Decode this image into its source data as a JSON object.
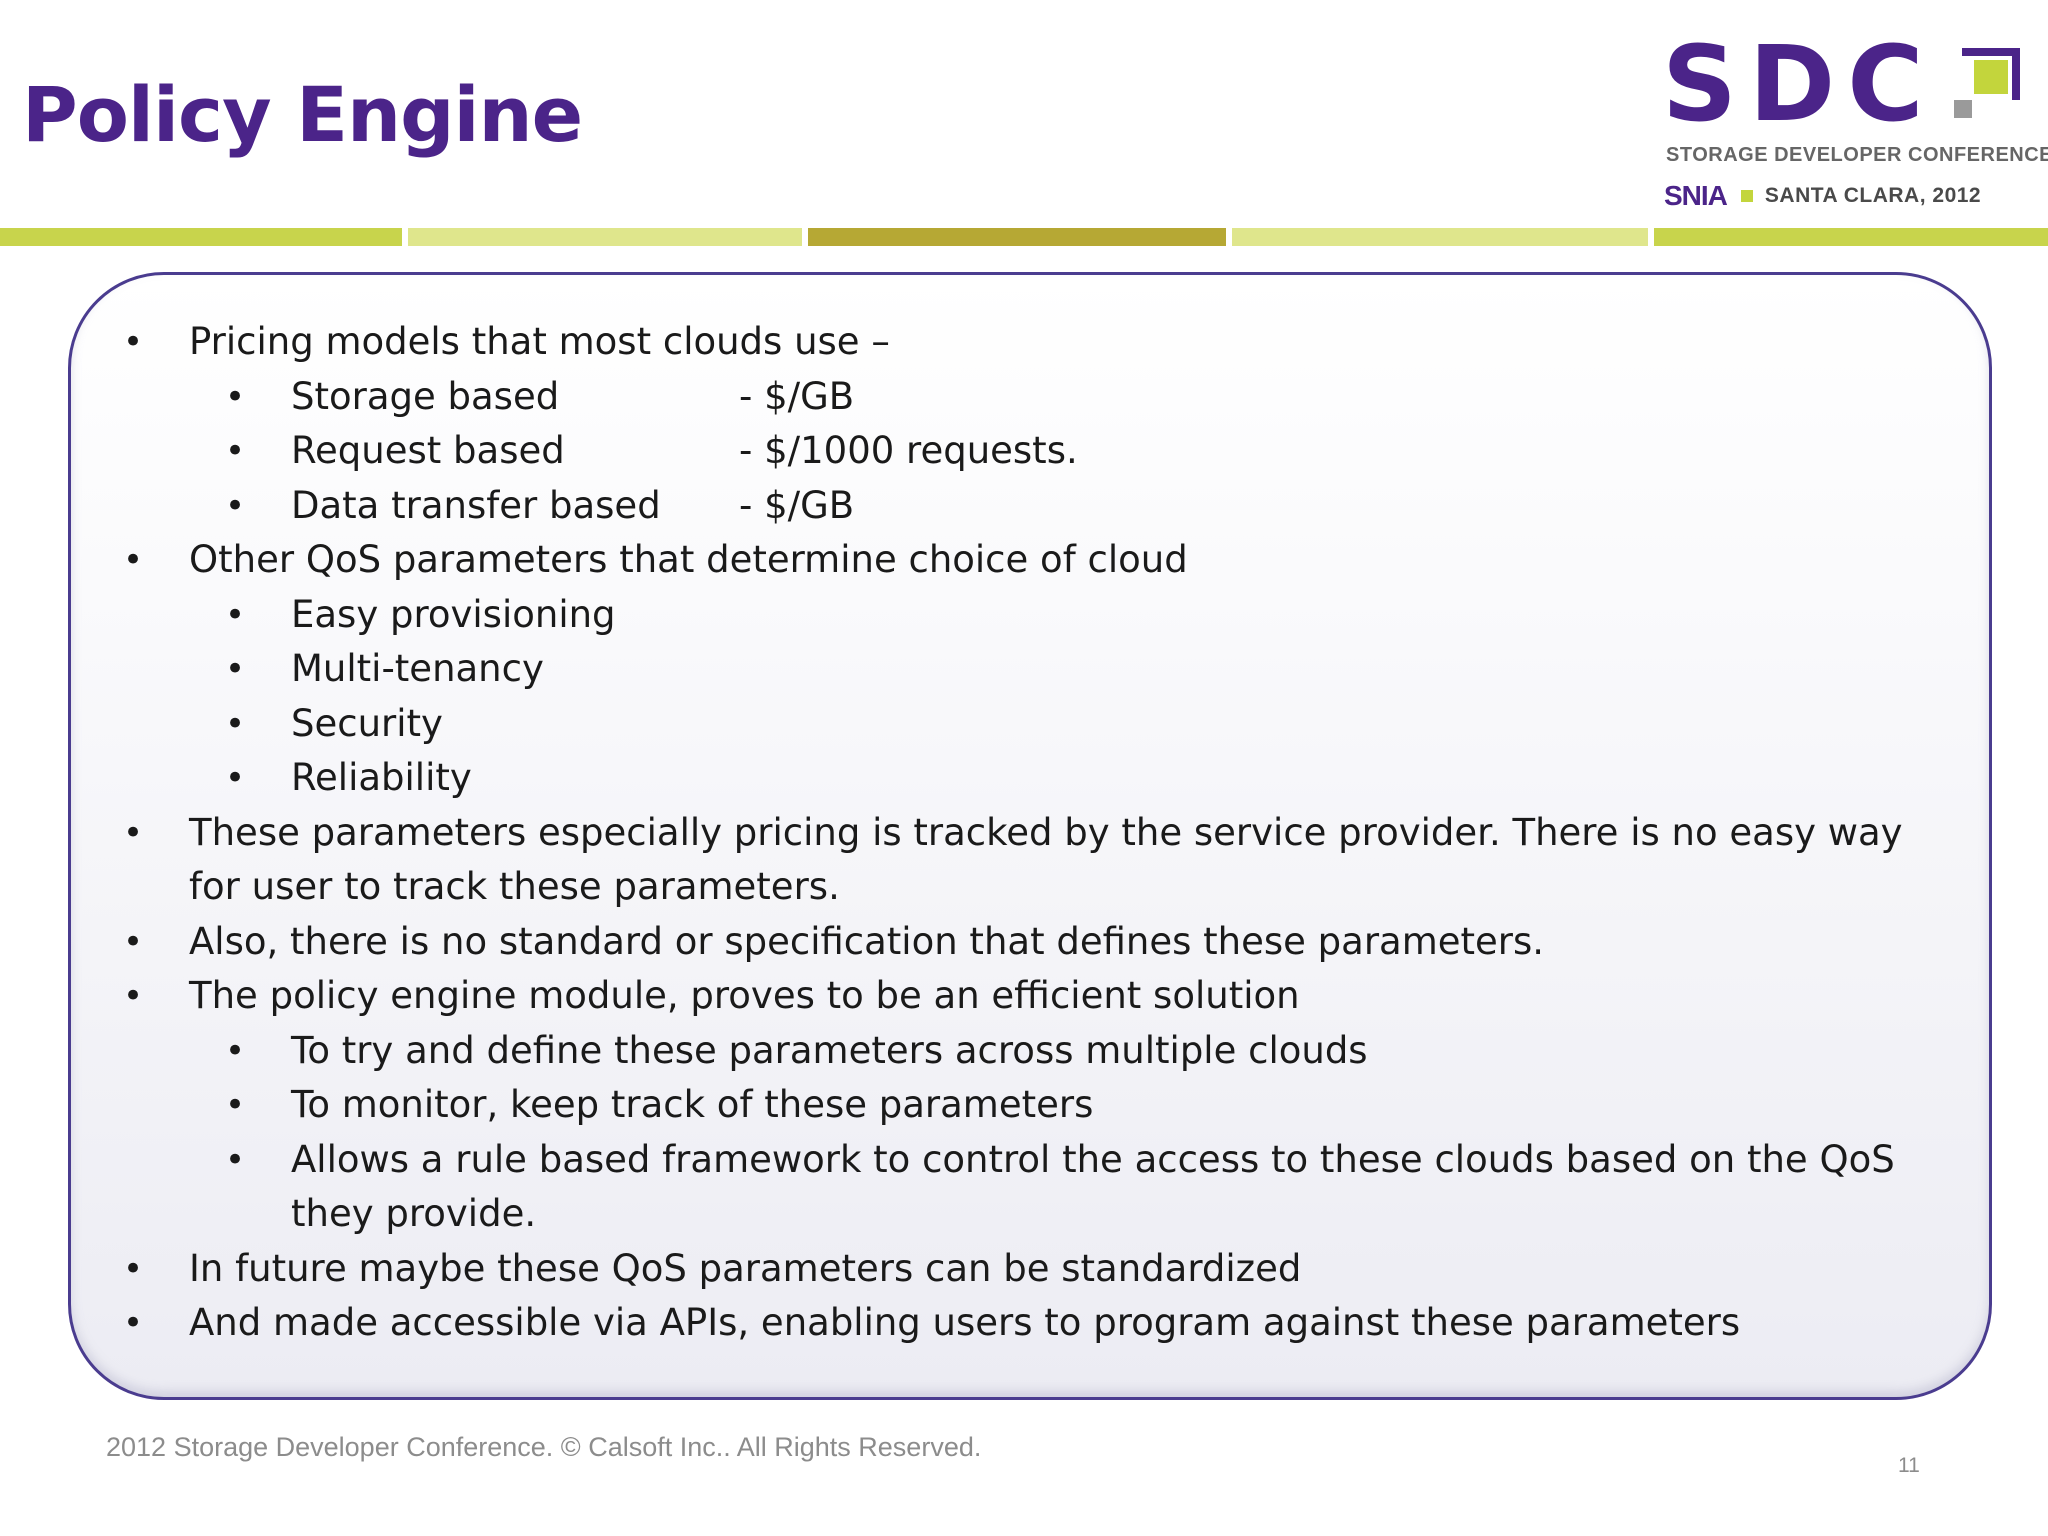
{
  "slide": {
    "title": "Policy Engine",
    "page_number": "11",
    "footer": "2012 Storage Developer Conference. © Calsoft Inc..  All Rights Reserved."
  },
  "logo": {
    "sdc": "SDC",
    "subtitle": "STORAGE DEVELOPER CONFERENCE",
    "org": "SNIA",
    "location": "SANTA CLARA, 2012"
  },
  "colors": {
    "title": "#4b2489",
    "accent_green": "#c8d44c",
    "accent_olive": "#b6a834",
    "border": "#4a3c8f"
  },
  "content": {
    "b1": "Pricing models that most clouds use –",
    "b1_items": [
      {
        "label": "Storage based",
        "value": "- $/GB"
      },
      {
        "label": "Request based",
        "value": "- $/1000 requests."
      },
      {
        "label": "Data transfer based",
        "value": "- $/GB"
      }
    ],
    "b2": "Other QoS parameters that determine choice of cloud",
    "b2_items": [
      "Easy provisioning",
      "Multi-tenancy",
      "Security",
      "Reliability"
    ],
    "b3": "These parameters especially pricing is tracked by the service provider. There is no easy way for user to track these parameters.",
    "b4": "Also, there is no standard or specification that defines these parameters.",
    "b5": "The policy engine module, proves to be an efficient solution",
    "b5_items": [
      "To try and define these parameters across multiple clouds",
      "To monitor, keep track of these parameters",
      "Allows a rule based framework to control the access to these clouds based on the QoS they provide."
    ],
    "b6": "In future maybe these QoS parameters can be standardized",
    "b7": "And made accessible via APIs, enabling users to program against these parameters"
  }
}
